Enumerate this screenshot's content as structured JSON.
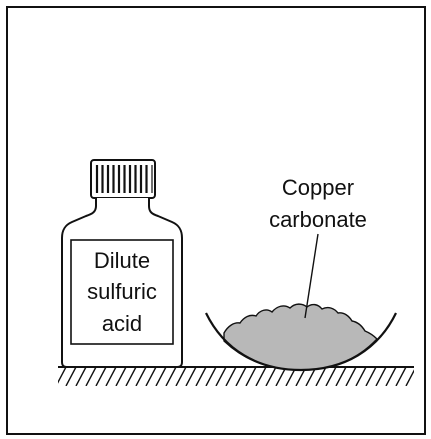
{
  "bottle": {
    "label_lines": [
      "Dilute",
      "sulfuric",
      "acid"
    ]
  },
  "dish": {
    "label_lines": [
      "Copper",
      "carbonate"
    ]
  },
  "colors": {
    "line": "#111111",
    "powder": "#b8b8b8",
    "background": "#ffffff"
  }
}
